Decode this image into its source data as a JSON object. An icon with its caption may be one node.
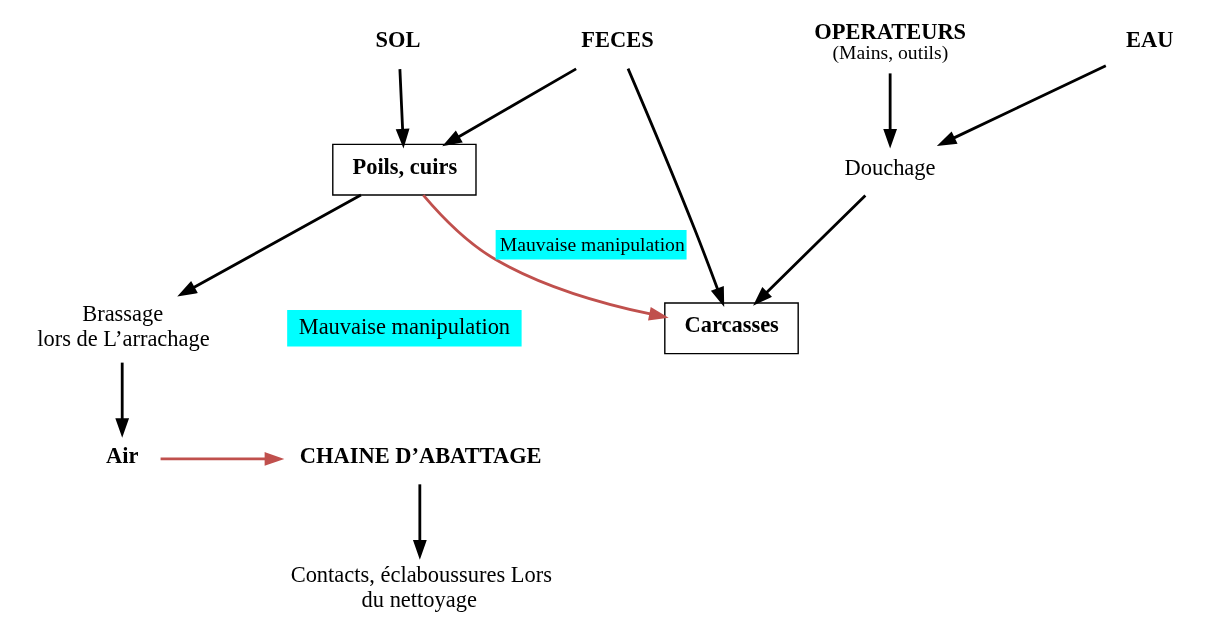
{
  "diagram": {
    "nodes": [
      {
        "text": [
          "SOL"
        ]
      },
      {
        "text": [
          "FECES"
        ]
      },
      {
        "text": [
          "OPERATEURS"
        ],
        "beside": [
          "(Mains, outils)"
        ]
      },
      {
        "text": [
          "EAU"
        ]
      },
      {
        "text": [
          "Poils, cuirs"
        ]
      },
      {
        "text": [
          "Douchage"
        ]
      },
      {
        "text": [
          "Carcasses"
        ]
      },
      {
        "text": [
          "Brassage lors de L’arrachage"
        ]
      },
      {
        "text": [
          "Contacts, éclaboussures Lors du nettoyage"
        ]
      },
      {
        "text": [
          "Air"
        ]
      },
      {
        "text": [
          "CHAINE D’ABATTAGE"
        ]
      }
    ],
    "edges": [
      {
        "from": 0,
        "to": 4,
        "arrow": "to"
      },
      {
        "from": 1,
        "to": 4,
        "arrow": "to"
      },
      {
        "from": 1,
        "to": 6,
        "arrow": "to"
      },
      {
        "from": 2,
        "to": 5,
        "arrow": "to"
      },
      {
        "from": 3,
        "to": 5,
        "arrow": "to"
      },
      {
        "from": 5,
        "to": 6,
        "arrow": "to"
      },
      {
        "from": 4,
        "to": 6,
        "arrow": "to",
        "label": "Mauvaise manipulation",
        "color": "#c0504d"
      },
      {
        "from": 4,
        "to": 7,
        "arrow": "to"
      },
      {
        "from": 7,
        "to": 9,
        "arrow": "to"
      },
      {
        "from": 9,
        "to": 10,
        "arrow": "to",
        "color": "#c0504d"
      },
      {
        "from": 10,
        "to": 8,
        "arrow": "to"
      }
    ],
    "labels": [
      "Mauvaise manipulation"
    ]
  }
}
